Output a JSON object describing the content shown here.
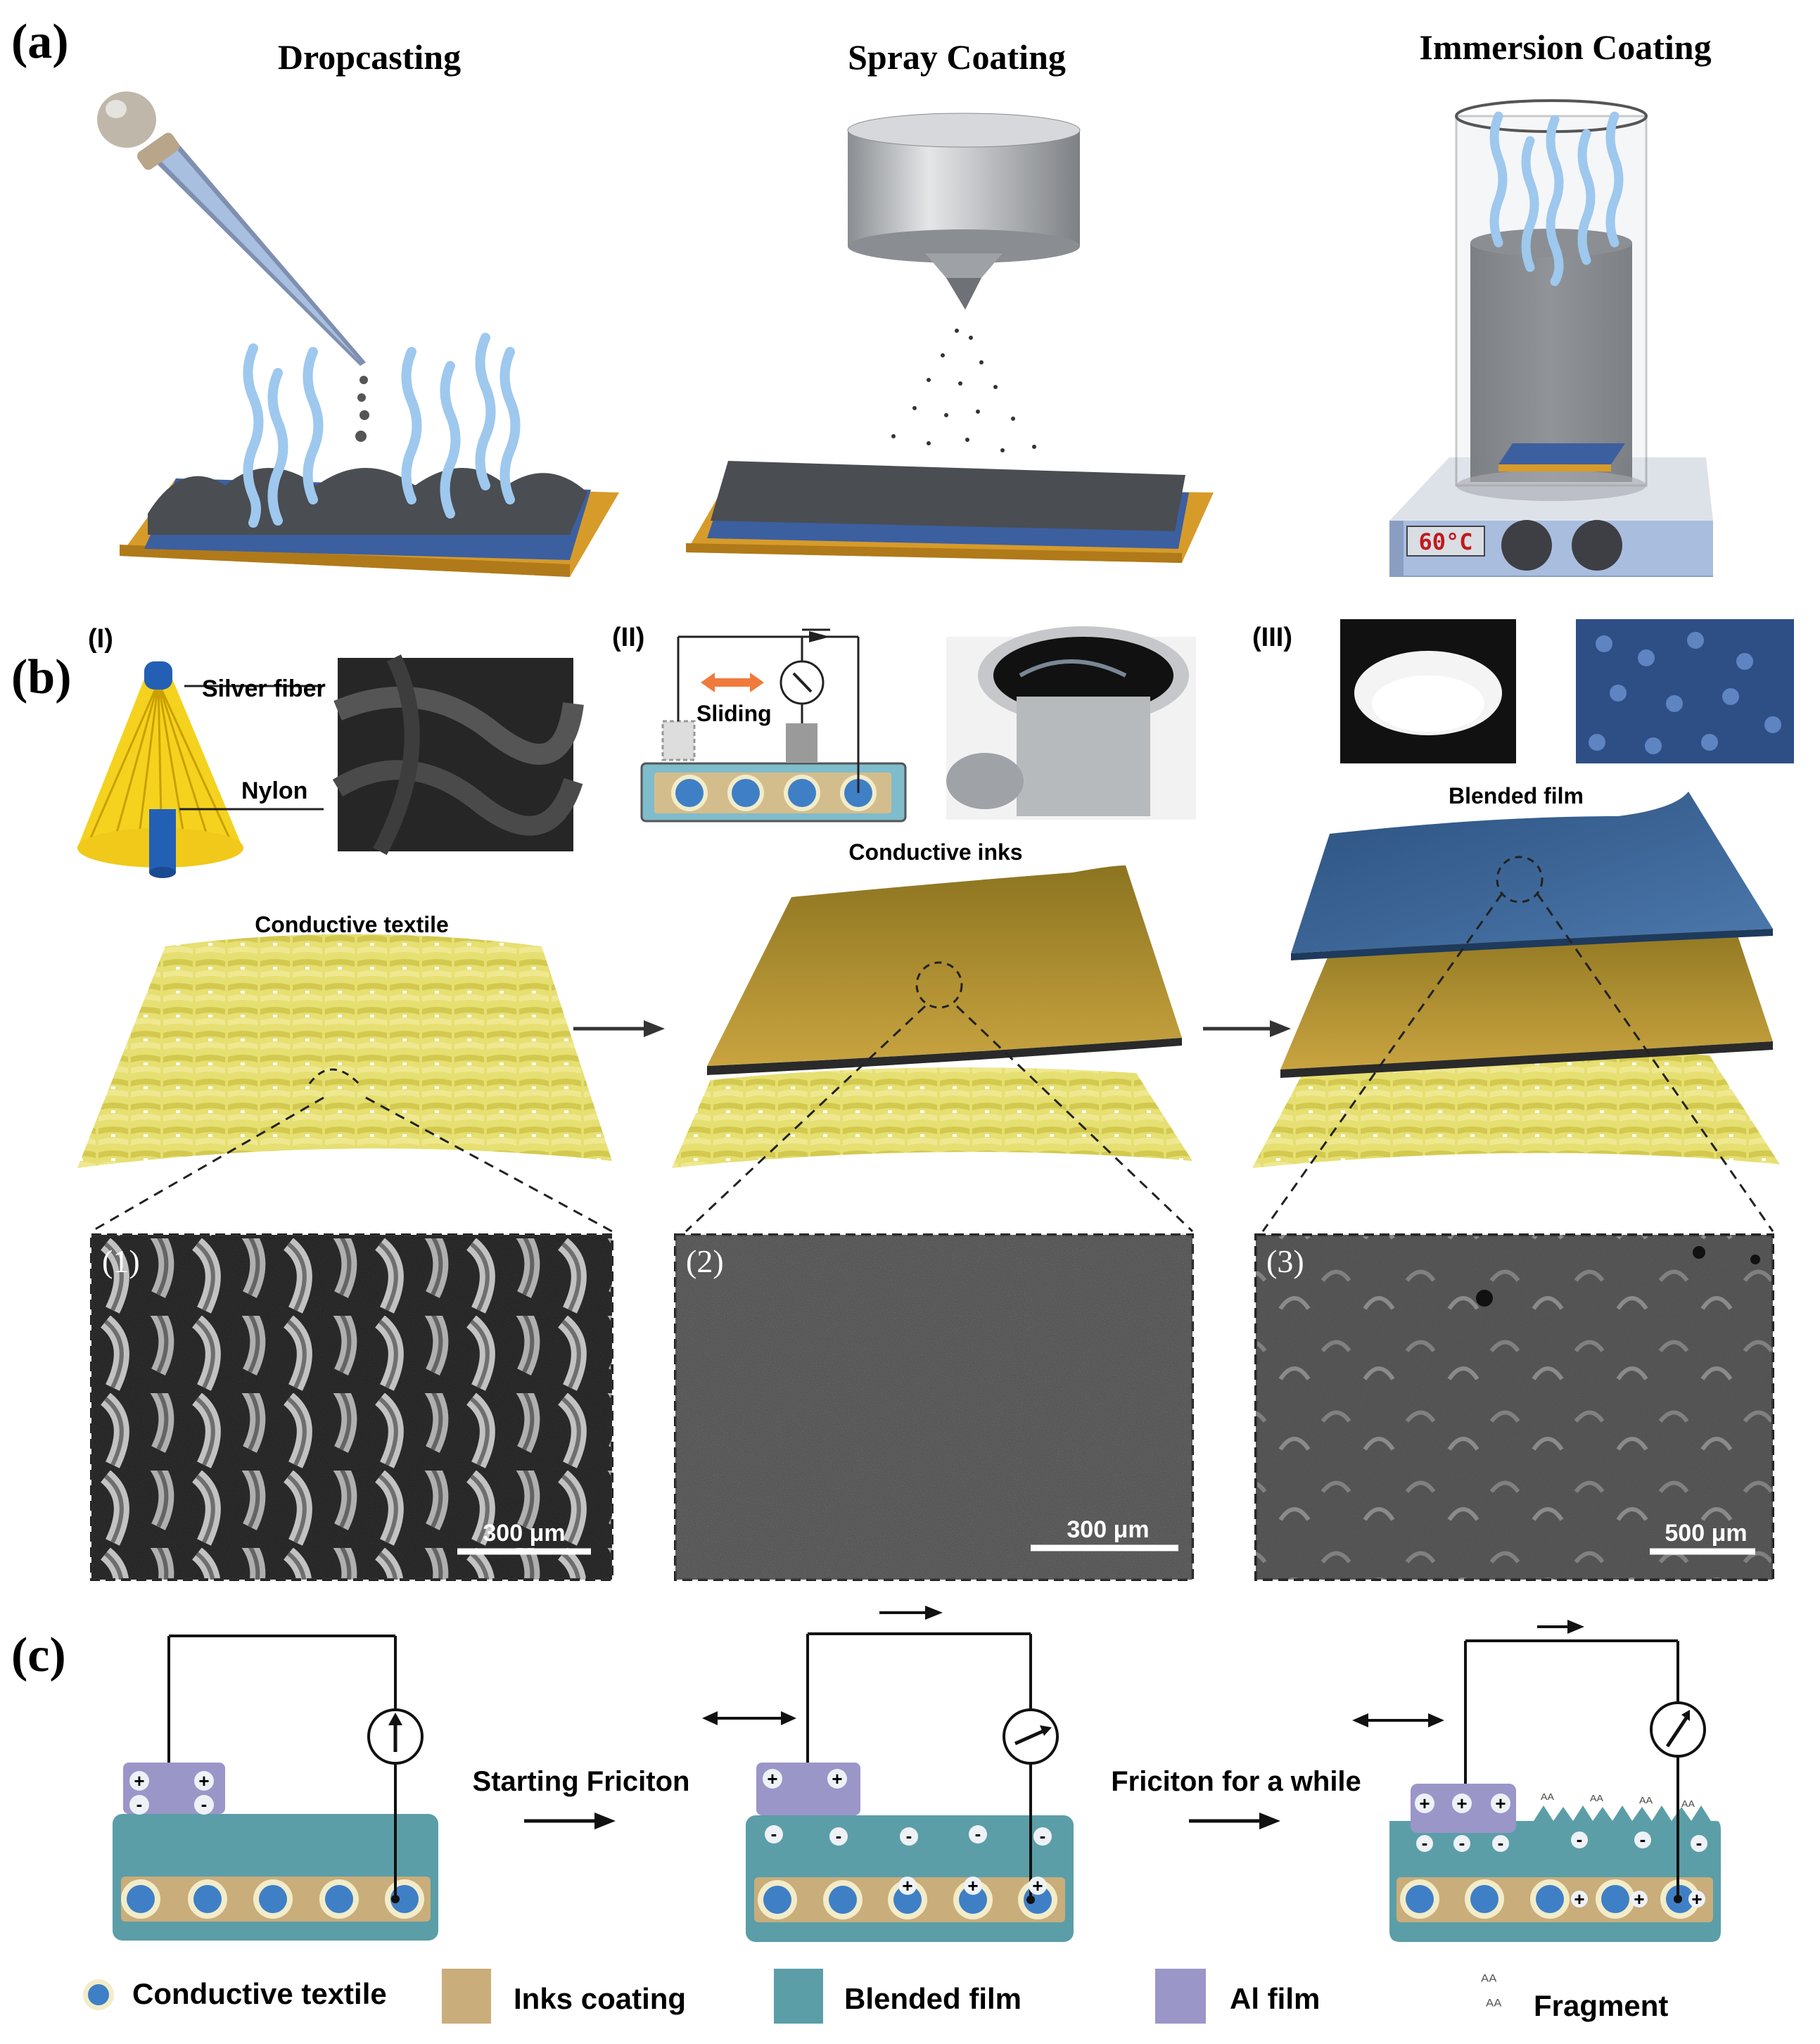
{
  "panel_a": {
    "label": "(a)",
    "titles": [
      "Dropcasting",
      "Spray Coating",
      "Immersion Coating"
    ],
    "hotplate_display": "60°C"
  },
  "panel_b": {
    "label": "(b)",
    "sub_labels": [
      "(I)",
      "(II)",
      "(III)"
    ],
    "fiber_labels": {
      "silver": "Silver fiber",
      "nylon": "Nylon"
    },
    "sliding_label": "Sliding",
    "layer_labels": {
      "textile": "Conductive textile",
      "inks": "Conductive inks",
      "film": "Blended film"
    },
    "sem": [
      {
        "num": "(1)",
        "scale": "300 μm"
      },
      {
        "num": "(2)",
        "scale": "300 μm"
      },
      {
        "num": "(3)",
        "scale": "500 μm"
      }
    ]
  },
  "panel_c": {
    "label": "(c)",
    "steps": [
      "Starting Friciton",
      "Friciton for a while"
    ],
    "plus": "+",
    "minus": "-"
  },
  "legend": {
    "items": [
      {
        "label": "Conductive textile",
        "color": "#3f7fc5"
      },
      {
        "label": "Inks coating",
        "color": "#c9ad7a"
      },
      {
        "label": "Blended film",
        "color": "#5b9ea8"
      },
      {
        "label": "Al film",
        "color": "#9b96c8"
      },
      {
        "label": "Fragment",
        "color": "#555555"
      }
    ],
    "fragment_glyph": "ᴬᴬ"
  },
  "colors": {
    "gold": "#d79b2a",
    "blue_layer": "#3c5fa0",
    "dark_film": "#4a4d52",
    "vapor": "#9ec8ee",
    "textile_yellow": "#e6df72",
    "ink_brown": "#a88a2e",
    "film_blue": "#2f5a8c",
    "teal": "#5b9ea8",
    "inks": "#c9ad7a",
    "al": "#9b96c8"
  }
}
